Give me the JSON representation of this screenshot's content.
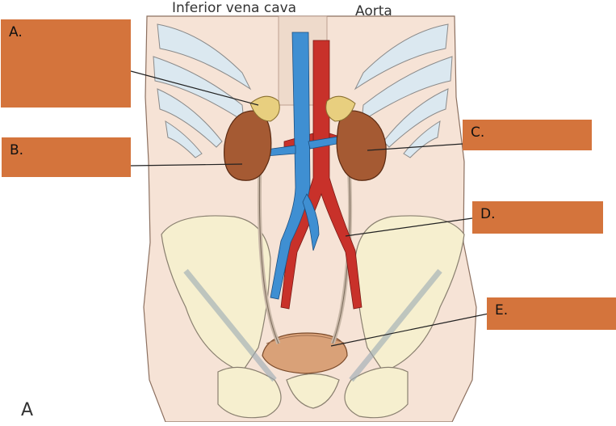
{
  "top_labels": {
    "ivc": "Inferior vena cava",
    "aorta": "Aorta"
  },
  "boxes": {
    "a": "A.",
    "b": "B.",
    "c": "C.",
    "d": "D.",
    "e": "E."
  },
  "figure_letter": "A",
  "colors": {
    "box": "#d4743c",
    "vein": "#3f8fd2",
    "artery": "#c8312a",
    "kidney": "#a55a33",
    "adrenal": "#e8cf7f",
    "body": "#f6e3d6",
    "bone": "#f6efcf",
    "rib_shadow": "#dbe8f0",
    "bladder": "#d9a178"
  }
}
